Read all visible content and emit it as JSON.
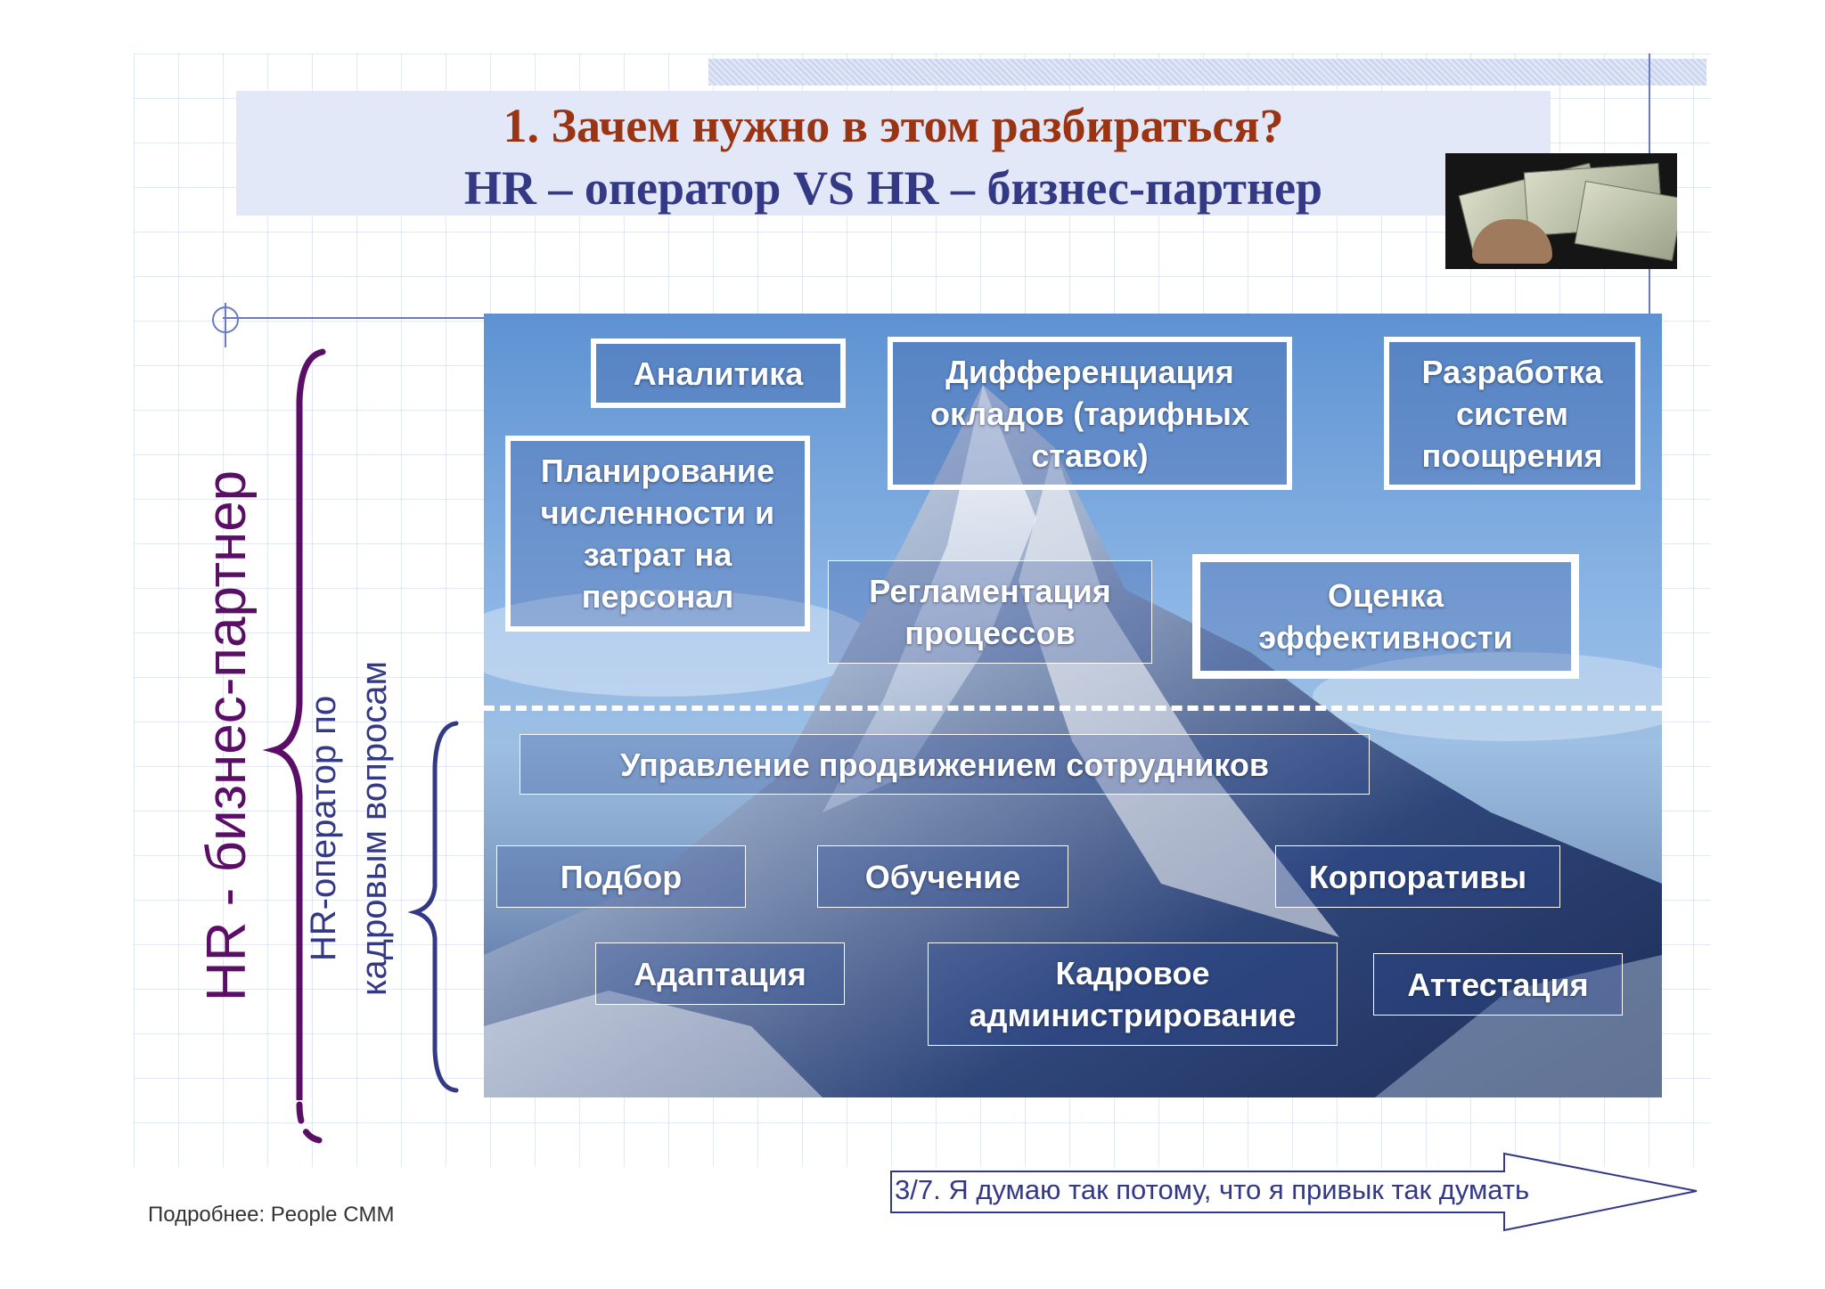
{
  "title": {
    "line1": "1. Зачем нужно в этом разбираться?",
    "line2": "HR – оператор VS HR – бизнес-партнер"
  },
  "side_labels": {
    "business_partner": "HR - бизнес-партнер",
    "operator_line1": "HR-оператор по",
    "operator_line2": "кадровым вопросам"
  },
  "upper_functions": {
    "analytics": "Аналитика",
    "differentiation": "Дифференциация окладов (тарифных ставок)",
    "reward_systems": "Разработка систем поощрения",
    "headcount_planning": "Планирование численности и затрат на персонал",
    "process_regulation": "Регламентация процессов",
    "performance_evaluation": "Оценка эффективности"
  },
  "lower_functions": {
    "career_management": "Управление продвижением сотрудников",
    "recruitment": "Подбор",
    "training": "Обучение",
    "corporate_events": "Корпоративы",
    "adaptation": "Адаптация",
    "hr_administration": "Кадровое администрирование",
    "certification": "Аттестация"
  },
  "footer": {
    "source": "Подробнее: People CMM",
    "next_step": "3/7. Я думаю так потому, что я привык так думать"
  },
  "colors": {
    "title_red": "#9a3412",
    "title_blue": "#343986",
    "brace_purple": "#5a0e66",
    "brace_blue": "#343986"
  }
}
